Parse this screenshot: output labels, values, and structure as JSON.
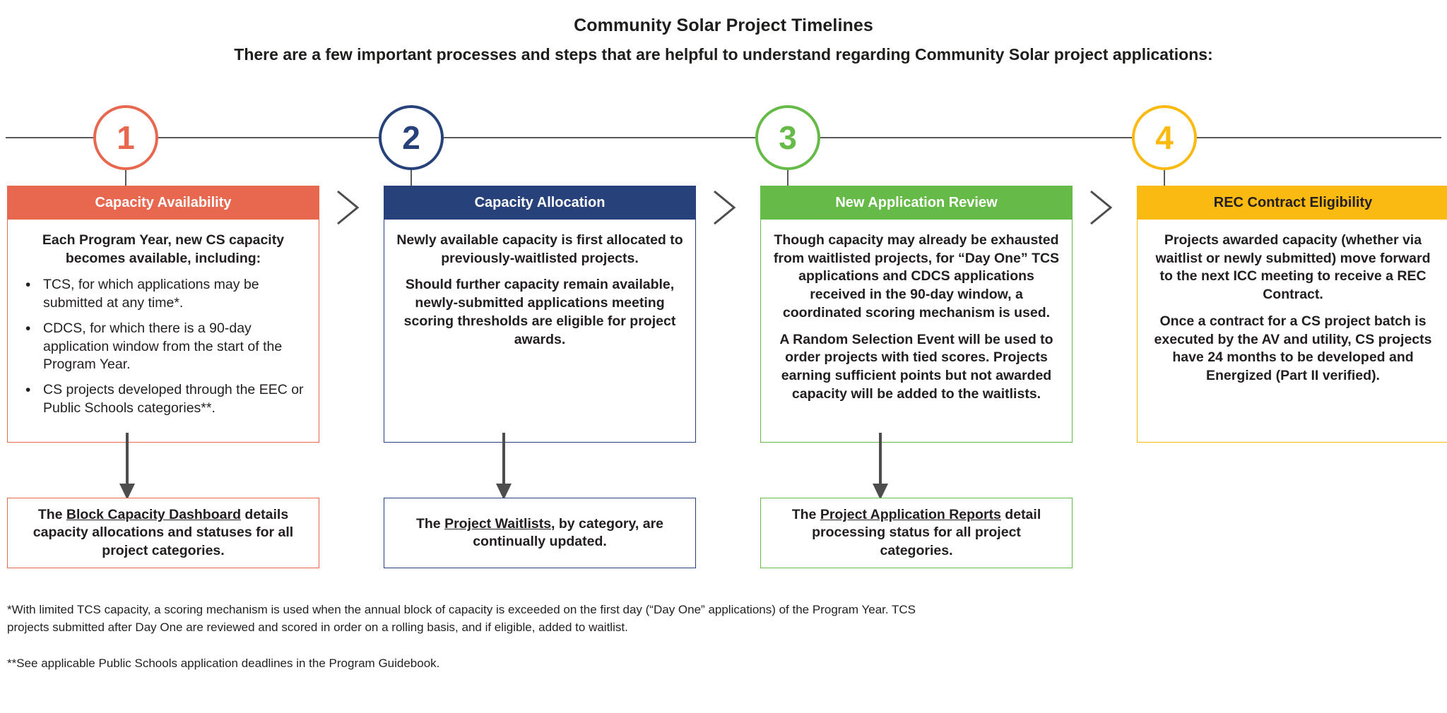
{
  "header": {
    "title": "Community Solar Project Timelines",
    "subtitle": "There are a few important processes and steps that are helpful to understand regarding Community Solar project applications:"
  },
  "colors": {
    "step1": "#E8684F",
    "step2": "#27417A",
    "step3": "#66BB48",
    "step4": "#FBBA12",
    "timeline_rule": "#58595b",
    "arrow": "#4d4d4d",
    "text": "#231f20"
  },
  "steps": [
    {
      "number": "1",
      "color": "#E8684F",
      "title": "Capacity Availability",
      "lead": "Each Program Year, new CS capacity becomes available, including:",
      "bullets": [
        "TCS, for which applications may be submitted at any time*.",
        "CDCS, for which there is a 90-day application window from the start of the Program Year.",
        "CS projects developed through the EEC or Public Schools categories**."
      ],
      "paragraphs": [],
      "outcome": {
        "prefix": "The ",
        "link": "Block Capacity Dashboard",
        "suffix": " details capacity allocations and statuses for all project categories."
      }
    },
    {
      "number": "2",
      "color": "#27417A",
      "title": "Capacity Allocation",
      "lead": "",
      "bullets": [],
      "paragraphs": [
        "Newly available capacity is first allocated to previously-waitlisted projects.",
        "Should further capacity remain available, newly-submitted applications meeting scoring thresholds are eligible for project awards."
      ],
      "outcome": {
        "prefix": "The ",
        "link": "Project Waitlists",
        "suffix": ", by category, are continually updated."
      }
    },
    {
      "number": "3",
      "color": "#66BB48",
      "title": "New Application Review",
      "lead": "",
      "bullets": [],
      "paragraphs": [
        "Though capacity may already be exhausted from waitlisted projects, for “Day One” TCS applications and CDCS applications received in the 90-day window, a coordinated scoring mechanism is used.",
        "A Random Selection Event will be used to order projects with tied scores. Projects earning sufficient points but not awarded capacity will be added to the waitlists."
      ],
      "outcome": {
        "prefix": "The ",
        "link": "Project Application Reports",
        "suffix": " detail processing status for all project categories."
      }
    },
    {
      "number": "4",
      "color": "#FBBA12",
      "title": "REC Contract Eligibility",
      "lead": "",
      "bullets": [],
      "paragraphs": [
        "Projects awarded capacity (whether via waitlist or newly submitted) move forward to the next ICC meeting to receive a REC Contract.",
        "Once a contract for a CS project batch is executed by the AV and utility, CS projects have 24 months to be developed and Energized (Part II verified)."
      ],
      "outcome": null
    }
  ],
  "footnotes": [
    "*With limited TCS capacity, a scoring mechanism is used when the annual block of capacity is exceeded on the first day (“Day One” applications) of the Program Year. TCS projects submitted after Day One are reviewed and scored in order on a rolling basis, and if eligible, added to waitlist.",
    "**See applicable Public Schools application deadlines in the Program Guidebook."
  ]
}
